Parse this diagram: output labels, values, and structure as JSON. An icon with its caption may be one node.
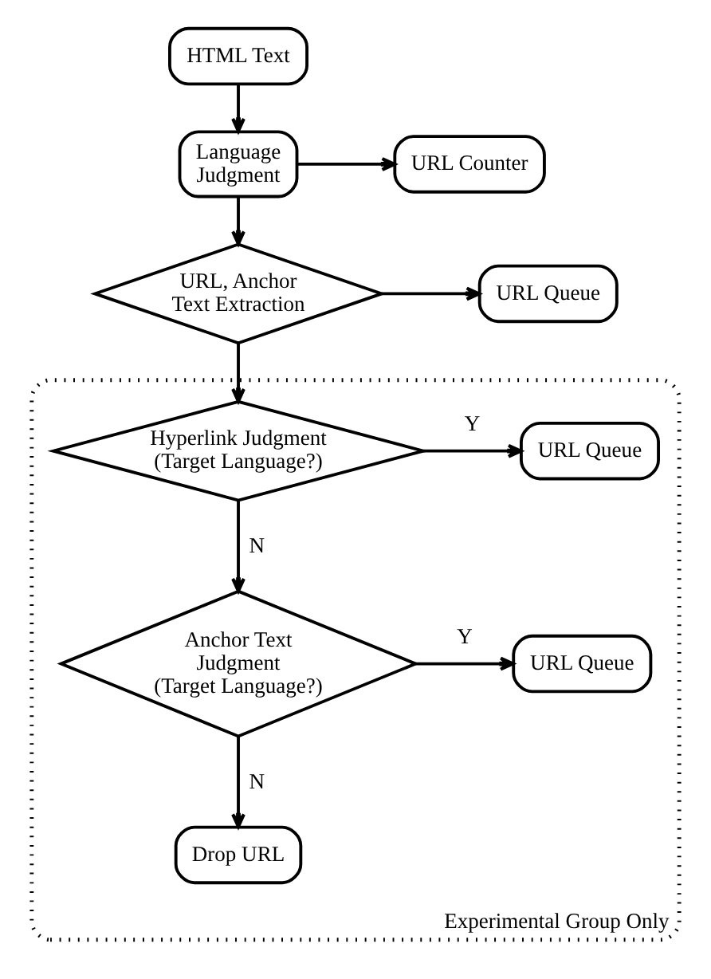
{
  "diagram": {
    "nodes": [
      {
        "text": [
          "HTML Text"
        ]
      },
      {
        "text": [
          "Language Judgment"
        ]
      },
      {
        "text": [
          "URL Counter"
        ]
      },
      {
        "text": [
          "URL, Anchor Text Extraction"
        ]
      },
      {
        "text": [
          "URL Queue"
        ]
      },
      {
        "text": [
          "Experimental Group Only"
        ]
      },
      {
        "text": [
          "Hyperlink Judgment (Target Language?)"
        ],
        "in": 5
      },
      {
        "text": [
          "URL Queue"
        ],
        "in": 5
      },
      {
        "text": [
          "Anchor Text Judgment (Target Language?)"
        ],
        "in": 5
      },
      {
        "text": [
          "URL Queue"
        ],
        "in": 5
      },
      {
        "text": [
          "Drop URL"
        ],
        "in": 5
      }
    ],
    "edges": [
      {
        "from": 0,
        "to": 1,
        "arrow": "to"
      },
      {
        "from": 1,
        "to": 2,
        "arrow": "to"
      },
      {
        "from": 1,
        "to": 3,
        "arrow": "to"
      },
      {
        "from": 3,
        "to": 4,
        "arrow": "to"
      },
      {
        "from": 3,
        "to": 6,
        "arrow": "to"
      },
      {
        "from": 6,
        "to": 7,
        "label": "Y",
        "arrow": "to"
      },
      {
        "from": 6,
        "to": 8,
        "label": "N",
        "arrow": "to"
      },
      {
        "from": 8,
        "to": 9,
        "label": "Y",
        "arrow": "to"
      },
      {
        "from": 8,
        "to": 10,
        "label": "N",
        "arrow": "to"
      }
    ]
  }
}
